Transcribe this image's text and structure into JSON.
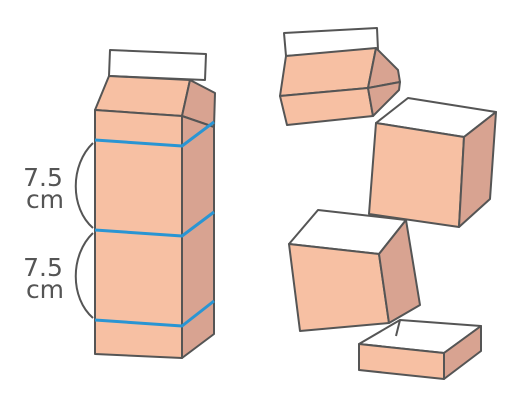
{
  "measurements": [
    {
      "value": "7.5",
      "unit": "cm"
    },
    {
      "value": "7.5",
      "unit": "cm"
    }
  ],
  "colors": {
    "carton_front": "#f7c0a3",
    "carton_side": "#d8a391",
    "carton_interior": "#ffffff",
    "outline": "#555555",
    "cut_line": "#2a95d3",
    "label_text": "#555555"
  }
}
